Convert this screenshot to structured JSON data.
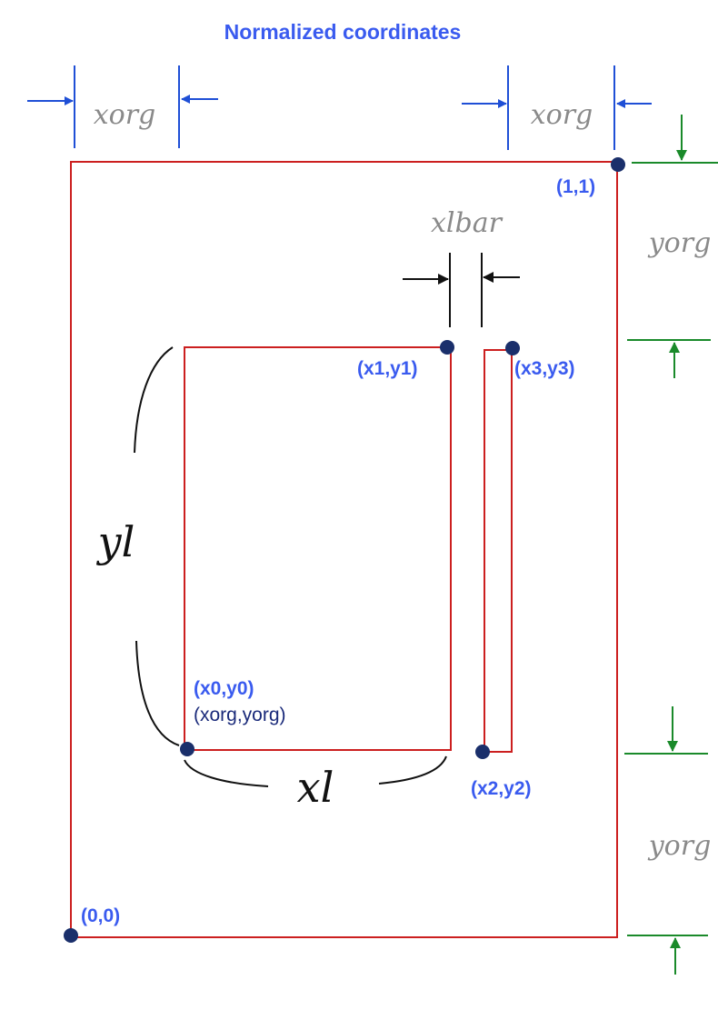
{
  "title": "Normalized coordinates",
  "labels": {
    "xorg_left": "xorg",
    "xorg_right": "xorg",
    "xlbar": "xlbar",
    "yorg_top": "yorg",
    "yorg_bottom": "yorg",
    "yl": "yl",
    "xl": "xl"
  },
  "points": {
    "p11": "(1,1)",
    "p00": "(0,0)",
    "x0y0": "(x0,y0)",
    "xorg_yorg": "(xorg,yorg)",
    "x1y1": "(x1,y1)",
    "x2y2": "(x2,y2)",
    "x3y3": "(x3,y3)"
  },
  "colors": {
    "frame": "#cc1f1f",
    "point_label": "#3a5bef",
    "point_sublabel": "#1a2a7a",
    "dot": "#1a2f6b",
    "arrow_blue": "#1f4fd6",
    "arrow_green": "#1a8a2a",
    "arrow_black": "#111111",
    "dim_text": "#8a8a8a"
  }
}
